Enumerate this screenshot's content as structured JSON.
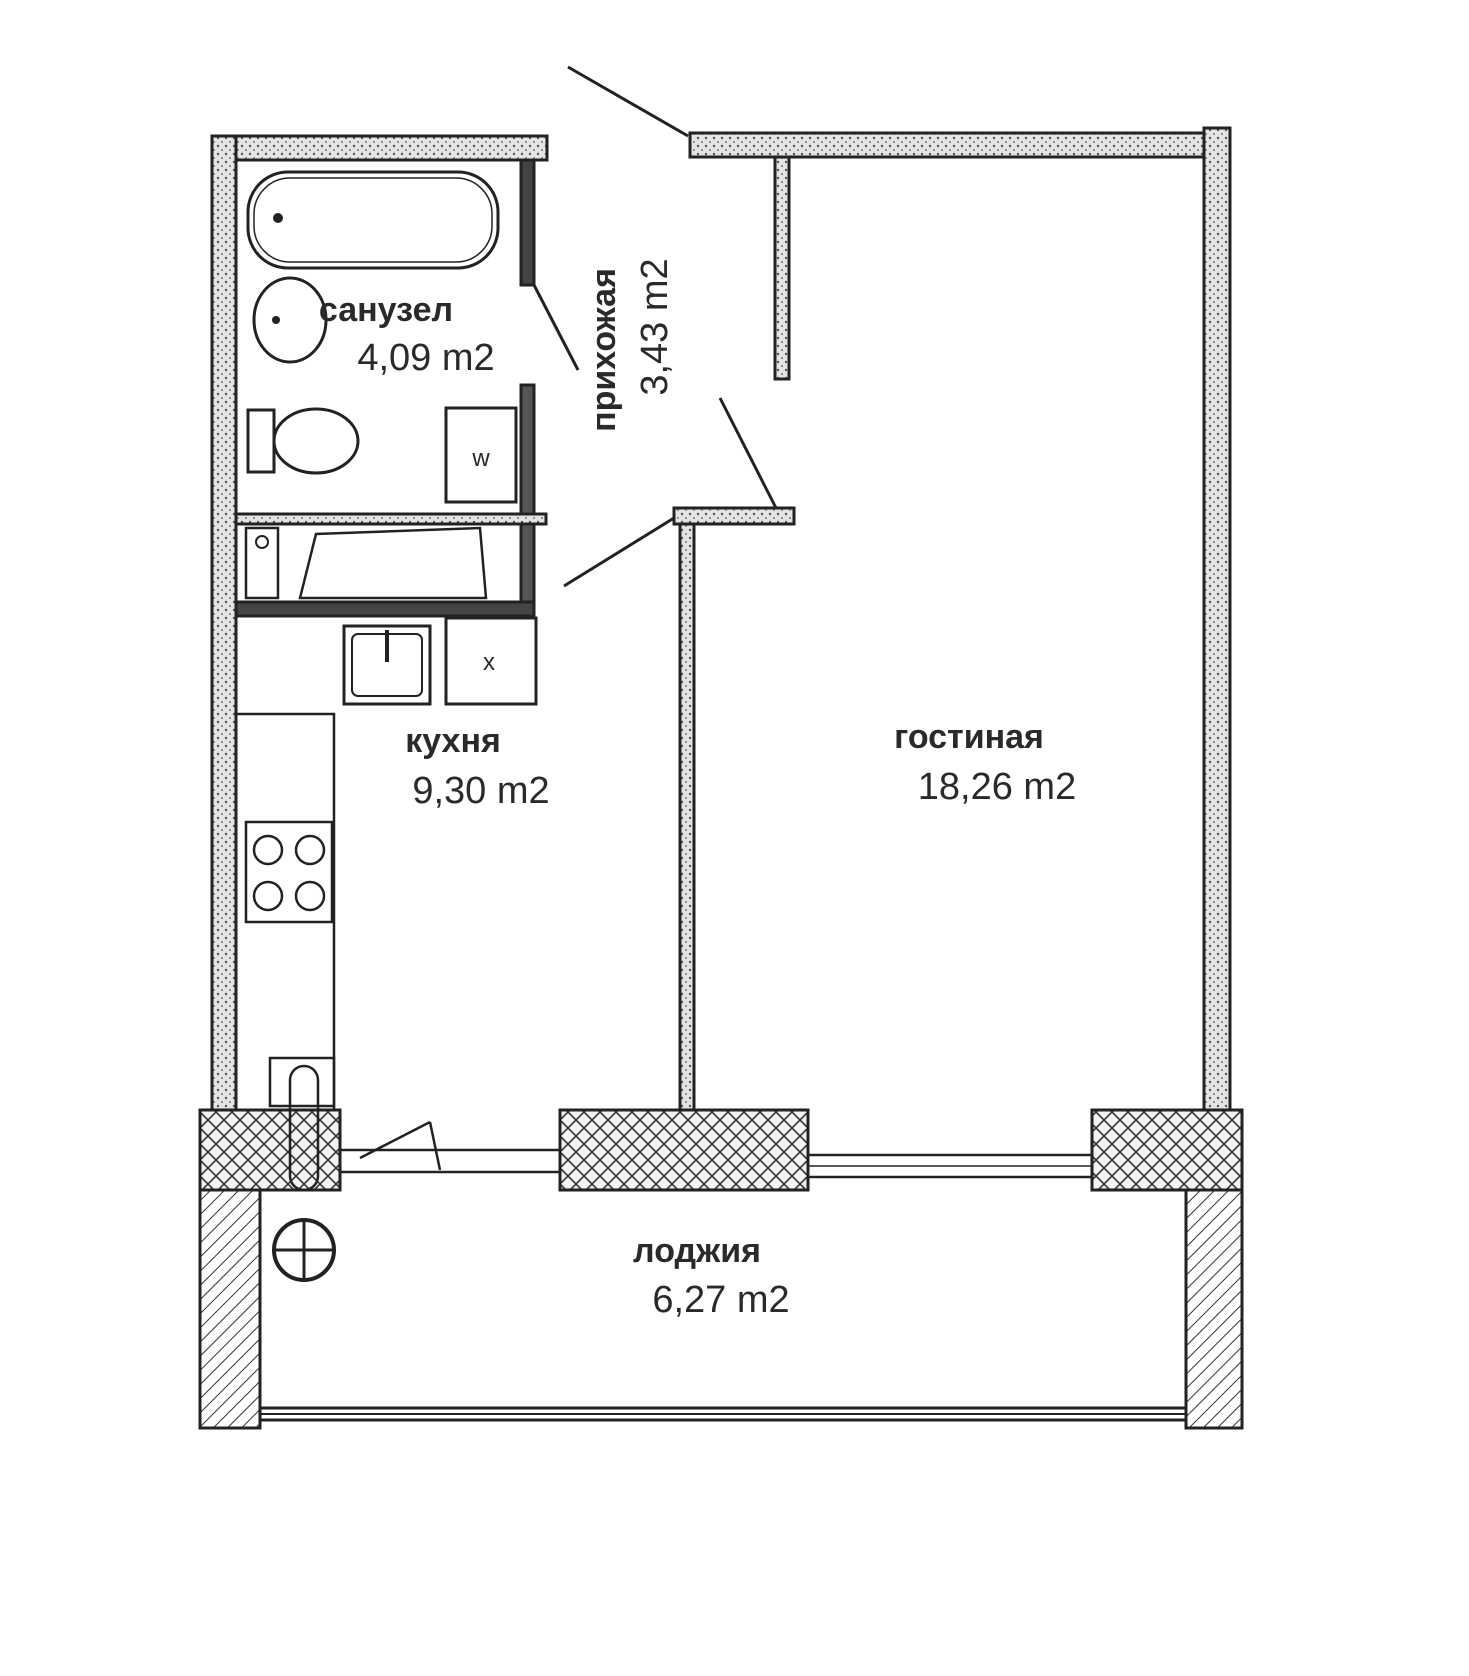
{
  "rooms": {
    "bathroom": {
      "name": "санузел",
      "area": "4,09 m2"
    },
    "hallway": {
      "name": "прихожая",
      "area": "3,43 m2"
    },
    "kitchen": {
      "name": "кухня",
      "area": "9,30 m2"
    },
    "living": {
      "name": "гостиная",
      "area": "18,26 m2"
    },
    "loggia": {
      "name": "лоджия",
      "area": "6,27 m2"
    }
  },
  "fixtures": {
    "washer_mark": "w",
    "fridge_mark": "x"
  },
  "colors": {
    "wall_fill": "#d6d6d6",
    "line": "#222222",
    "background": "#ffffff"
  }
}
